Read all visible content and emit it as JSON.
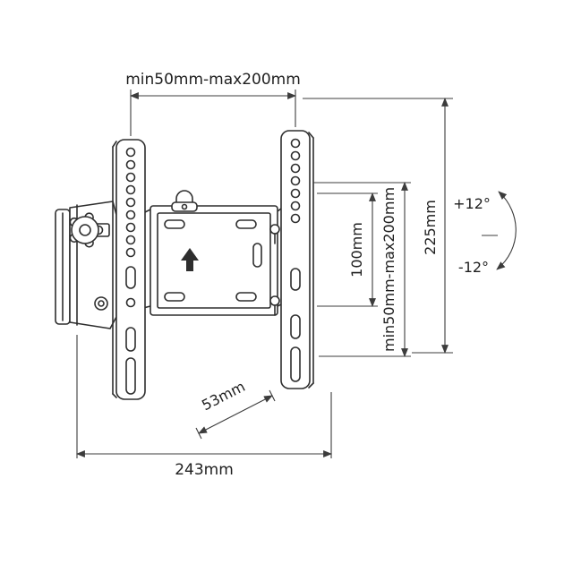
{
  "dimensions": {
    "top_width": "min50mm-max200mm",
    "vesa_height": "min50mm-max200mm",
    "hole_spacing": "100mm",
    "bracket_height": "225mm",
    "depth": "53mm",
    "overall_width": "243mm"
  },
  "tilt": {
    "up": "+12°",
    "down": "-12°"
  },
  "colors": {
    "background": "#ffffff",
    "drawing_line": "#2e2e2e",
    "dimension_line": "#3c3c3c",
    "text": "#1f1f1f"
  }
}
